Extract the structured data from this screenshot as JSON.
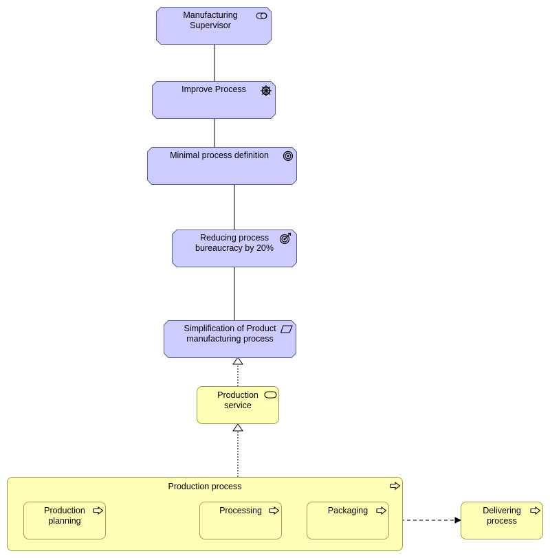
{
  "nodes": {
    "stakeholder": {
      "label": "Manufacturing\nSupervisor",
      "icon": "stakeholder-icon"
    },
    "driver": {
      "label": "Improve Process",
      "icon": "driver-icon"
    },
    "goal": {
      "label": "Minimal process definition",
      "icon": "goal-icon"
    },
    "outcome": {
      "label": "Reducing process\nbureaucracy by 20%",
      "icon": "outcome-icon"
    },
    "requirement": {
      "label": "Simplification of Product\nmanufacturing process",
      "icon": "requirement-icon"
    },
    "service": {
      "label": "Production\nservice",
      "icon": "service-icon"
    },
    "process_group": {
      "label": "Production process",
      "icon": "process-icon"
    },
    "planning": {
      "label": "Production\nplanning",
      "icon": "process-icon"
    },
    "processing": {
      "label": "Processing",
      "icon": "process-icon"
    },
    "packaging": {
      "label": "Packaging",
      "icon": "process-icon"
    },
    "delivering": {
      "label": "Delivering\nprocess",
      "icon": "process-icon"
    }
  },
  "colors": {
    "motivation_fill": "#ccccff",
    "motivation_border": "#5c5c99",
    "business_fill": "#ffffb5",
    "business_border": "#9a9a55"
  }
}
